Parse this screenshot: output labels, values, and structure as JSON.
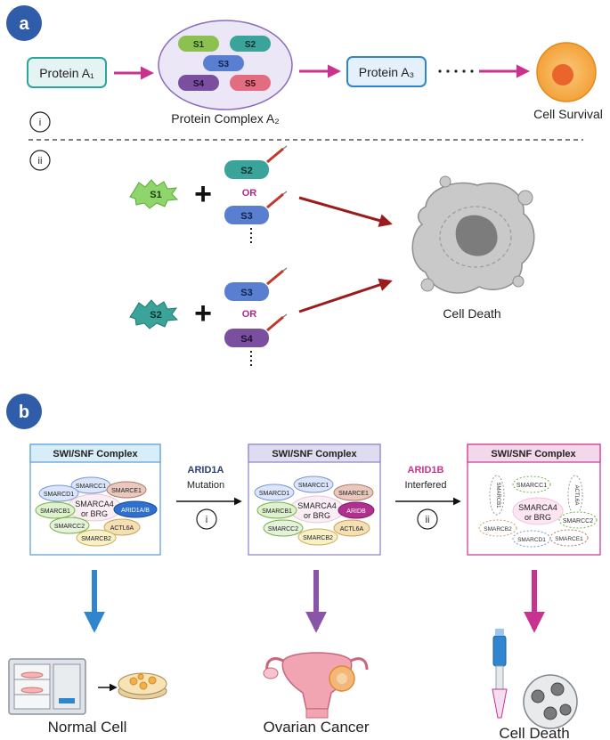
{
  "panel_a": {
    "badge": "a",
    "protein_a1": "Protein A₁",
    "complex_subunits": [
      "S1",
      "S2",
      "S3",
      "S4",
      "S5"
    ],
    "complex_label": "Protein Complex A₂",
    "protein_a3": "Protein A₃",
    "cell_survival": "Cell Survival",
    "marker_i": "i",
    "marker_ii": "ii",
    "group1": {
      "left": "S1",
      "top": "S2",
      "or": "OR",
      "bottom": "S3"
    },
    "group2": {
      "left": "S2",
      "top": "S3",
      "or": "OR",
      "bottom": "S4"
    },
    "cell_death": "Cell Death"
  },
  "panel_b": {
    "badge": "b",
    "complex_title": "SWI/SNF Complex",
    "center_label": "SMARCA4",
    "center_label_2": "or BRG",
    "box1_subunits": [
      "SMARCC1",
      "SMARCD1",
      "SMARCE1",
      "SMARCB1",
      "ARID1A/B",
      "SMARCC2",
      "ACTL6A",
      "SMARCB2"
    ],
    "box2_subunits": [
      "SMARCC1",
      "SMARCD1",
      "SMARCE1",
      "SMARCB1",
      "ARIDB",
      "SMARCC2",
      "ACTL6A",
      "SMARCB2"
    ],
    "box3_subunits": [
      "SMARCB1",
      "SMARCC1",
      "ACTL6A",
      "SMARCC2",
      "SMARCB2",
      "SMARCD1",
      "SMARCE1"
    ],
    "arrow1_top": "ARID1A",
    "arrow1_bottom": "Mutation",
    "arrow1_marker": "i",
    "arrow2_top": "ARID1B",
    "arrow2_bottom": "Interfered",
    "arrow2_marker": "ii",
    "outcome_normal": "Normal Cell",
    "outcome_ovarian": "Ovarian Cancer",
    "outcome_death": "Cell Death"
  },
  "colors": {
    "badge": "#2f5da9",
    "magenta_arrow": "#c8338f",
    "dark_red_arrow": "#9b1c1c",
    "blue_arrow": "#2f86cf",
    "purple_arrow": "#8a55a8",
    "pink_arrow": "#c8338f",
    "arid1a_text": "#2b3f7a",
    "arid1b_text": "#c8338f",
    "or_text": "#b0288a"
  }
}
